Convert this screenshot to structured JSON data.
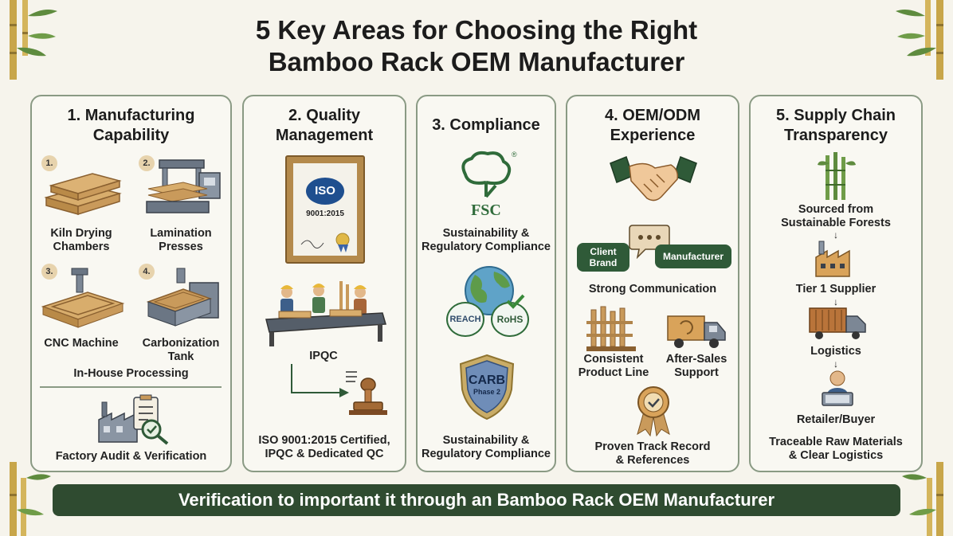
{
  "title_line1": "5 Key Areas for Choosing the Right",
  "title_line2": "Bamboo Rack OEM Manufacturer",
  "panels": [
    {
      "title_line1": "1. Manufacturing",
      "title_line2": "Capability",
      "steps": [
        {
          "num": "1.",
          "label_line1": "Kiln Drying",
          "label_line2": "Chambers"
        },
        {
          "num": "2.",
          "label_line1": "Lamination",
          "label_line2": "Presses"
        },
        {
          "num": "3.",
          "label_line1": "CNC Machine",
          "label_line2": ""
        },
        {
          "num": "4.",
          "label_line1": "Carbonization",
          "label_line2": "Tank"
        }
      ],
      "subtitle": "In-House Processing",
      "footer": "Factory Audit & Verification"
    },
    {
      "title_line1": "2. Quality",
      "title_line2": "Management",
      "cert_main": "ISO",
      "cert_sub": "9001:2015",
      "ipqc": "IPQC",
      "footer_line1": "ISO 9001:2015 Certified,",
      "footer_line2": "IPQC & Dedicated QC"
    },
    {
      "title": "3. Compliance",
      "fsc": "FSC",
      "fsc_reg": "®",
      "caption_line1": "Sustainability &",
      "caption_line2": "Regulatory Compliance",
      "reach": "REACH",
      "rohs": "RoHS",
      "carb_line1": "CARB",
      "carb_line2": "Phase 2",
      "footer_line1": "Sustainability &",
      "footer_line2": "Regulatory Compliance"
    },
    {
      "title_line1": "4. OEM/ODM",
      "title_line2": "Experience",
      "bubble_client_line1": "Client",
      "bubble_client_line2": "Brand",
      "bubble_manufacturer": "Manufacturer",
      "communication": "Strong Communication",
      "product_line1": "Consistent",
      "product_line2": "Product Line",
      "support_line1": "After-Sales",
      "support_line2": "Support",
      "footer_line1": "Proven Track Record",
      "footer_line2": "& References"
    },
    {
      "title_line1": "5. Supply Chain",
      "title_line2": "Transparency",
      "chain": [
        {
          "line1": "Sourced from",
          "line2": "Sustainable Forests"
        },
        {
          "line1": "Tier 1 Supplier",
          "line2": ""
        },
        {
          "line1": "Logistics",
          "line2": ""
        },
        {
          "line1": "Retailer/Buyer",
          "line2": ""
        }
      ],
      "footer_line1": "Traceable Raw Materials",
      "footer_line2": "& Clear Logistics"
    }
  ],
  "banner": "Verification to important it through an Bamboo Rack OEM Manufacturer",
  "colors": {
    "background": "#f6f4ec",
    "panel_border": "#8a9a84",
    "banner": "#2f4b30",
    "accent_green": "#2f5a38",
    "wood": "#c99a5b",
    "number_badge": "#e7d3ad"
  },
  "icons": [
    "bamboo-icon",
    "wood-planks-icon",
    "press-icon",
    "cnc-icon",
    "carbonization-icon",
    "factory-audit-icon",
    "iso-certificate-icon",
    "workers-icon",
    "stamp-icon",
    "fsc-tree-icon",
    "globe-icon",
    "carb-shield-icon",
    "handshake-icon",
    "chat-icon",
    "product-line-icon",
    "truck-icon",
    "award-icon",
    "factory-icon",
    "container-truck-icon",
    "buyer-icon"
  ]
}
